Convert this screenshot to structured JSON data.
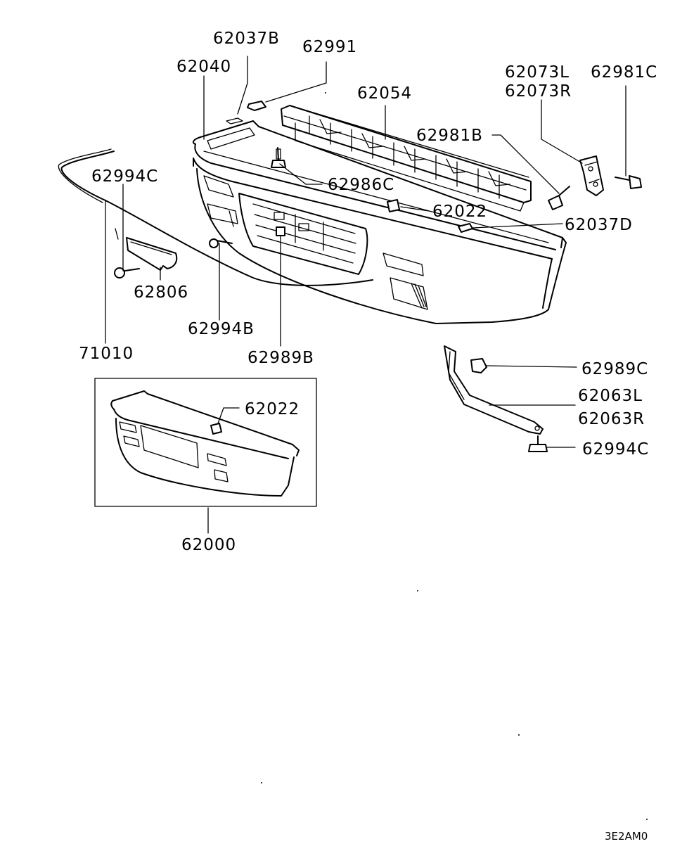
{
  "labels": {
    "p62037B": "62037B",
    "p62991": "62991",
    "p62040": "62040",
    "p62054": "62054",
    "p62073L": "62073L",
    "p62073R": "62073R",
    "p62981C": "62981C",
    "p62981B": "62981B",
    "p62994C_top": "62994C",
    "p62986C": "62986C",
    "p62022_top": "62022",
    "p62037D": "62037D",
    "p62806": "62806",
    "p62994B": "62994B",
    "p71010": "71010",
    "p62989B": "62989B",
    "p62989C": "62989C",
    "p62063L": "62063L",
    "p62063R": "62063R",
    "p62994C_bottom": "62994C",
    "p62022_inset": "62022",
    "p62000": "62000"
  },
  "diagram_code": "3E2AM0"
}
